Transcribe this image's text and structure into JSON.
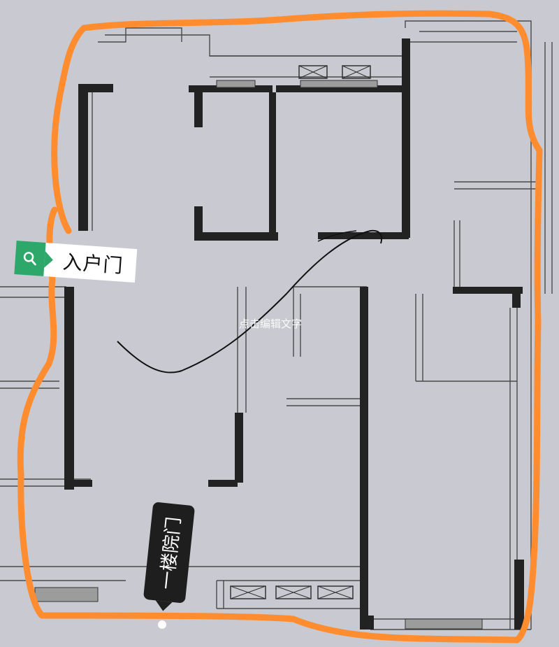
{
  "labels": {
    "entry_door": "入户门",
    "yard_door": "一楼院门",
    "edit_hint": "点击编辑文字"
  },
  "icons": {
    "search": "search-icon"
  },
  "colors": {
    "paper": "#c9c9d1",
    "outline": "#ff8c2e",
    "tag_green": "#2ea86a",
    "tag_dark": "#1e1e1e",
    "wall": "#222222",
    "sketch_line": "#111111"
  }
}
